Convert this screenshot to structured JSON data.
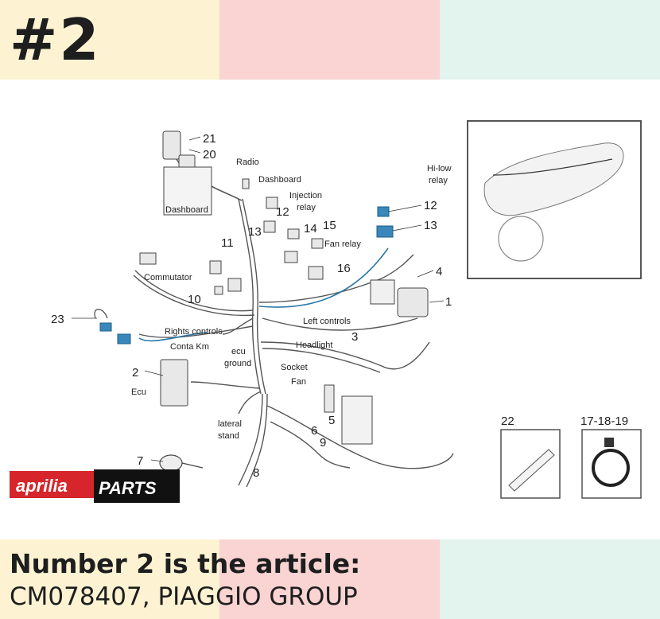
{
  "header": {
    "number": "#2"
  },
  "colors": {
    "band1": "#fdf3d3",
    "band2": "#fad3d3",
    "band3": "#e3f3ed",
    "wire": "#555555",
    "highlight": "#2a78a8"
  },
  "diagram": {
    "callouts": [
      "21",
      "20",
      "12",
      "14",
      "15",
      "11",
      "16",
      "10",
      "13",
      "12",
      "13",
      "4",
      "1",
      "3",
      "23",
      "2",
      "9",
      "5",
      "6",
      "7",
      "8",
      "22",
      "17-18-19"
    ],
    "labels": [
      "Radio",
      "Dashboard",
      "Injection",
      "relay",
      "Dashboard",
      "Hi-low",
      "relay",
      "Fan relay",
      "Commutator",
      "Rights controls",
      "Left controls",
      "Conta Km",
      "ecu",
      "ground",
      "Headlight",
      "Socket",
      "Fan",
      "Ecu",
      "lateral",
      "stand"
    ]
  },
  "brand": {
    "logo": "aprilia",
    "parts": "PARTS"
  },
  "caption": {
    "line1": "Number 2 is the article:",
    "line2": "CM078407, PIAGGIO GROUP"
  }
}
